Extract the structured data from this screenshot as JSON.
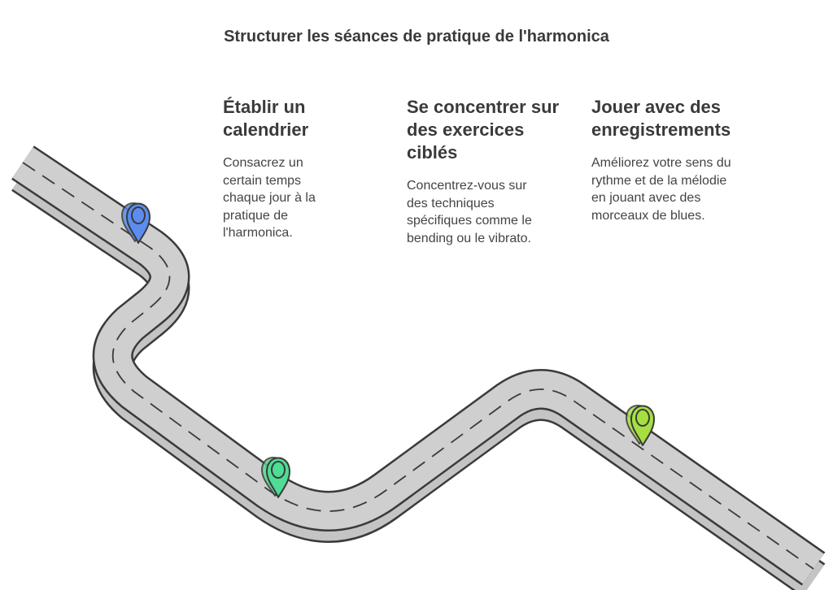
{
  "title": "Structurer les séances de pratique de l'harmonica",
  "steps": [
    {
      "heading": "Établir un calendrier",
      "body": "Consacrez un certain temps chaque jour à la pratique de l'harmonica.",
      "marker_color": "#5b8def"
    },
    {
      "heading": "Se concentrer sur des exercices ciblés",
      "body": "Concentrez-vous sur des techniques spécifiques comme le bending ou le vibrato.",
      "marker_color": "#4fdc94"
    },
    {
      "heading": "Jouer avec des enregistrements",
      "body": "Améliorez votre sens du rythme et de la mélodie en jouant avec des morceaux de blues.",
      "marker_color": "#a6e040"
    }
  ],
  "icons": [
    "map-pin-icon",
    "map-pin-icon",
    "map-pin-icon"
  ],
  "colors": {
    "road_fill": "#c8c8c8",
    "road_outline": "#3a3a3a",
    "text": "#3a3a3a"
  }
}
